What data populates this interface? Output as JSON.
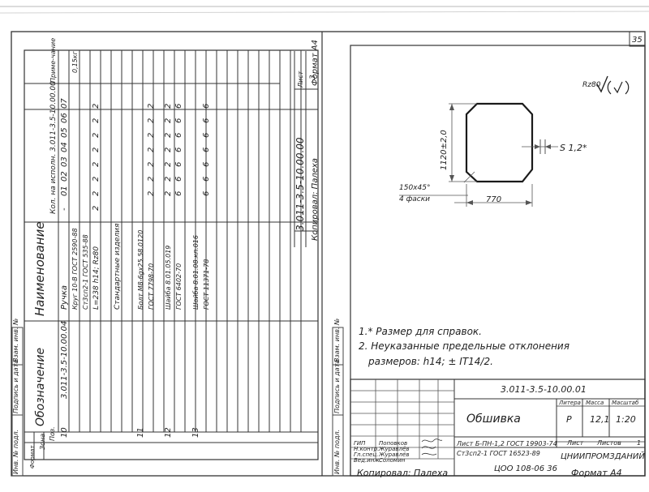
{
  "page_number": "35",
  "surface_mark": "Rz80",
  "spec": {
    "header": {
      "col_designation": "Обозначение",
      "col_name": "Наименование",
      "col_qty": "Кол. на исполн. 3.011-3.5-10.00.00",
      "col_note": "Приме-чание",
      "col_zone": "Зона",
      "col_pos": "Поз.",
      "col_format": "Формат"
    },
    "exec_numbers": [
      "-",
      "01",
      "02",
      "03",
      "04",
      "05",
      "06",
      "07"
    ],
    "rows": [
      {
        "pos": "10",
        "designation": "3.011-3.5-10.00.04",
        "name": "Ручка",
        "qty": [],
        "note": ""
      },
      {
        "pos": "",
        "designation": "",
        "name": "Круг 10-В ГОСТ 2590-88",
        "qty": [],
        "note": "0,15кг"
      },
      {
        "pos": "",
        "designation": "",
        "name": "Ст3сп2-1 ГОСТ 535-88",
        "qty": [],
        "note": ""
      },
      {
        "pos": "",
        "designation": "",
        "name": "L=238 h14; Rz80",
        "qty": [
          "2",
          "2",
          "2",
          "2",
          "2",
          "2",
          "2",
          "2"
        ],
        "note": ""
      },
      {
        "pos": "",
        "designation": "",
        "name": "Стандартные изделия",
        "qty": [],
        "note": ""
      },
      {
        "pos": "11",
        "designation": "",
        "name": "Болт М8-6gх25.58.0120",
        "qty": [],
        "note": ""
      },
      {
        "pos": "",
        "designation": "",
        "name": "ГОСТ 7798-70",
        "qty": [
          "",
          "2",
          "2",
          "2",
          "2",
          "2",
          "2",
          "2"
        ],
        "note": ""
      },
      {
        "pos": "12",
        "designation": "",
        "name": "Шайба 8.01.05.019",
        "qty": [
          "",
          "2",
          "2",
          "2",
          "2",
          "2",
          "2",
          "2"
        ],
        "note": ""
      },
      {
        "pos": "",
        "designation": "",
        "name": "ГОСТ 6402-70",
        "qty": [
          "",
          "6",
          "6",
          "6",
          "6",
          "6",
          "6",
          "6"
        ],
        "note": ""
      },
      {
        "pos": "13",
        "designation": "",
        "name": "Шайба 8.01.08.кп.016",
        "qty": [],
        "note": ""
      },
      {
        "pos": "",
        "designation": "",
        "name": "ГОСТ 11371-78",
        "qty": [
          "",
          "6",
          "6",
          "6",
          "6",
          "6",
          "6",
          "6"
        ],
        "note": ""
      }
    ],
    "stamp": {
      "doc": "3.011-3.5-10.00.00",
      "sheet_label": "Лист",
      "sheet": "3",
      "copied": "Копировал: Палеха",
      "format": "Формат А4"
    }
  },
  "side_labels": {
    "inv_original": "Инв. № подл.",
    "signature_date": "Подпись и дата",
    "replace_inv": "Взам. инв. №"
  },
  "drawing": {
    "dim_height": "1120±2,0",
    "dim_width": "770",
    "dim_chamfer": "150х45°",
    "chamfer_count": "4 фаски",
    "thickness": "S 1,2*"
  },
  "notes": {
    "note1": "1.* Размер для справок.",
    "note2_a": "2. Неуказанные предельные отклонения",
    "note2_b": "размеров: h14; ± IT14/2."
  },
  "title_block": {
    "designation": "3.011-3.5-10.00.01",
    "part_name": "Обшивка",
    "litera_label": "Литера",
    "mass_label": "Масса",
    "scale_label": "Масштаб",
    "litera": "Р",
    "mass": "12,1",
    "scale": "1:20",
    "sheet_label": "Лист",
    "sheets_label": "Листов",
    "sheets": "1",
    "material_1": "Лист Б-ПН-1,2 ГОСТ 19903-74",
    "material_2": "Ст3сп2-1 ГОСТ 16523-89",
    "org": "ЦНИИПРОМЗДАНИЙ",
    "signers": [
      {
        "role": "ГИП",
        "name": "Поповков"
      },
      {
        "role": "Н.контр.",
        "name": "Журавлёв"
      },
      {
        "role": "Гл.спец.",
        "name": "Журавлёв"
      },
      {
        "role": "Вед.инж.",
        "name": "Соломин"
      }
    ]
  },
  "footer": {
    "copied": "Копировал: Палеха",
    "code": "ЦОО 108-06 36",
    "format": "Формат А4"
  }
}
